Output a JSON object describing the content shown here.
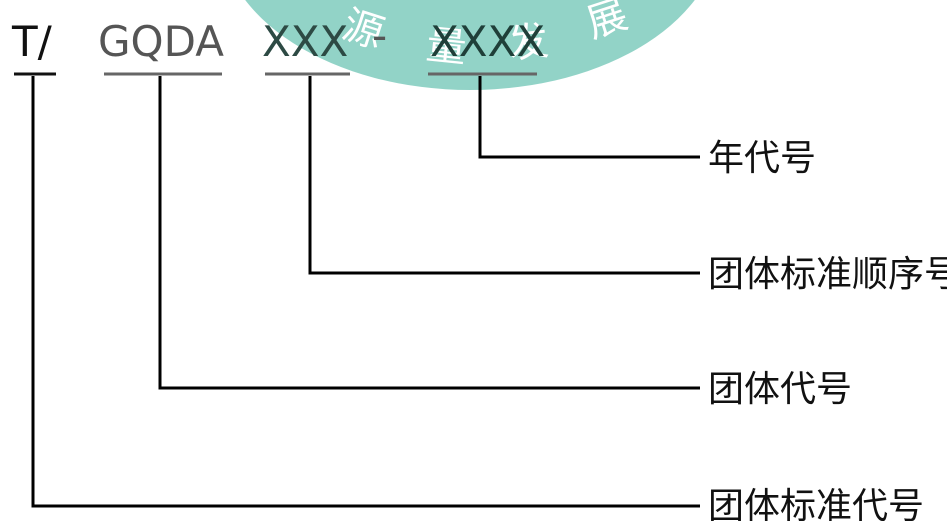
{
  "watermark": {
    "chars": [
      "源",
      "量",
      "发",
      "展"
    ],
    "color": "#8cd1c4"
  },
  "code": {
    "prefix": "T/",
    "org": "GQDA",
    "seq": "XXX",
    "dash": "-",
    "year": "XXXX"
  },
  "labels": {
    "year": "年代号",
    "seq": "团体标准顺序号",
    "org": "团体代号",
    "prefix": "团体标准代号"
  },
  "colors": {
    "prefix": "#111111",
    "org": "#555555",
    "seq": "#2d4a44",
    "year": "#1f3f39",
    "leader": "#000000"
  }
}
